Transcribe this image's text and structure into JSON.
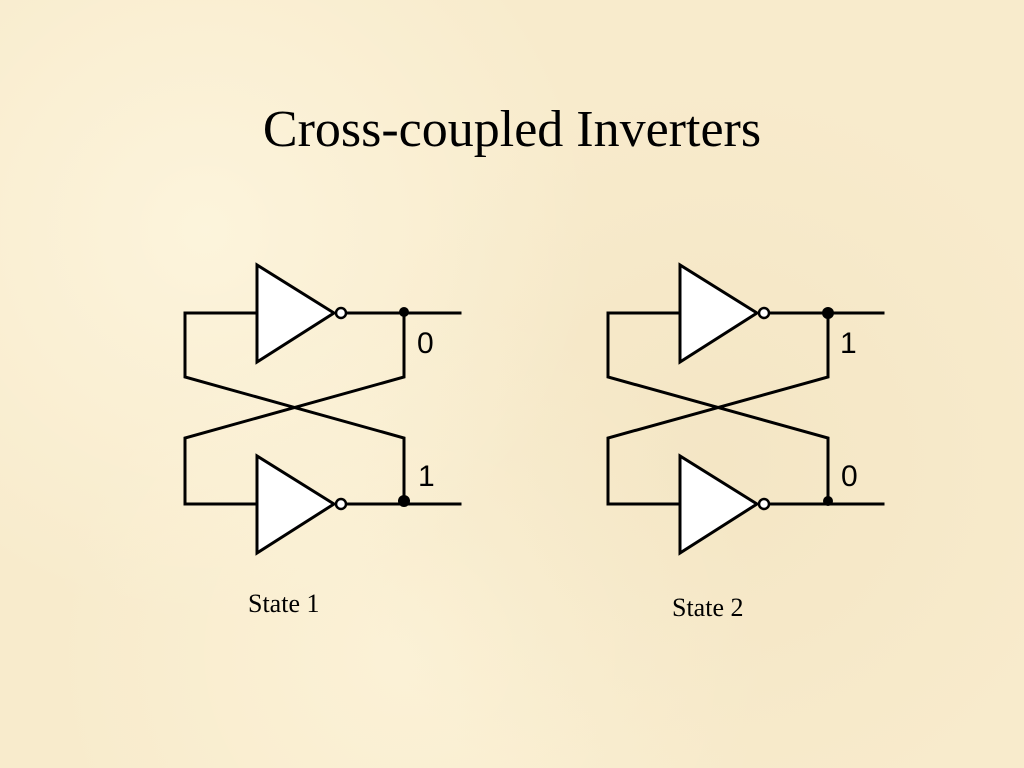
{
  "title": "Cross-coupled Inverters",
  "circuits": [
    {
      "label": "State 1",
      "top_value": "0",
      "bottom_value": "1"
    },
    {
      "label": "State 2",
      "top_value": "1",
      "bottom_value": "0"
    }
  ]
}
